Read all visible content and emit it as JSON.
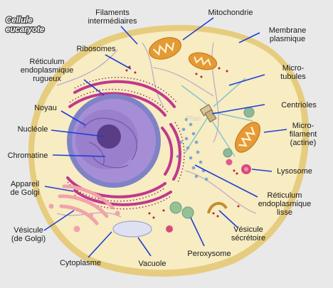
{
  "title": [
    "Cellule",
    "eucaryote"
  ],
  "watermark": "Plan",
  "colors": {
    "background": "#e9e9e9",
    "cytoplasm": "#f7ecc2",
    "membrane": "#e6cc7e",
    "nucleus": "#8c6fbf",
    "nucleolus": "#5a3d86",
    "rough_er": "#c0398a",
    "mitochondria": "#e59a35",
    "pointer": "#1f3fd6"
  },
  "labels": {
    "filaments": [
      "Filaments",
      "intermédiaires"
    ],
    "mitochondrie": [
      "Mitochondrie"
    ],
    "membrane": [
      "Membrane",
      "plasmique"
    ],
    "ribosomes": [
      "Ribosomes"
    ],
    "rer": [
      "Réticulum",
      "endoplasmique",
      "rugueux"
    ],
    "microtubules": [
      "Micro-",
      "tubules"
    ],
    "noyau": [
      "Noyau"
    ],
    "centrioles": [
      "Centrioles"
    ],
    "nucleole": [
      "Nucléole"
    ],
    "microfilament": [
      "Micro-",
      "filament",
      "(actine)"
    ],
    "chromatine": [
      "Chromatine"
    ],
    "lysosome": [
      "Lysosome"
    ],
    "golgi": [
      "Appareil",
      "de Golgi"
    ],
    "rel": [
      "Réticulum",
      "endoplasmique",
      "lisse"
    ],
    "vesicule_golgi": [
      "Vésicule",
      "(de Golgi)"
    ],
    "vesicule_secretoire": [
      "Vésicule",
      "sécrétoire"
    ],
    "cytoplasme": [
      "Cytoplasme"
    ],
    "vacuole": [
      "Vacuole"
    ],
    "peroxysome": [
      "Peroxysome"
    ]
  }
}
